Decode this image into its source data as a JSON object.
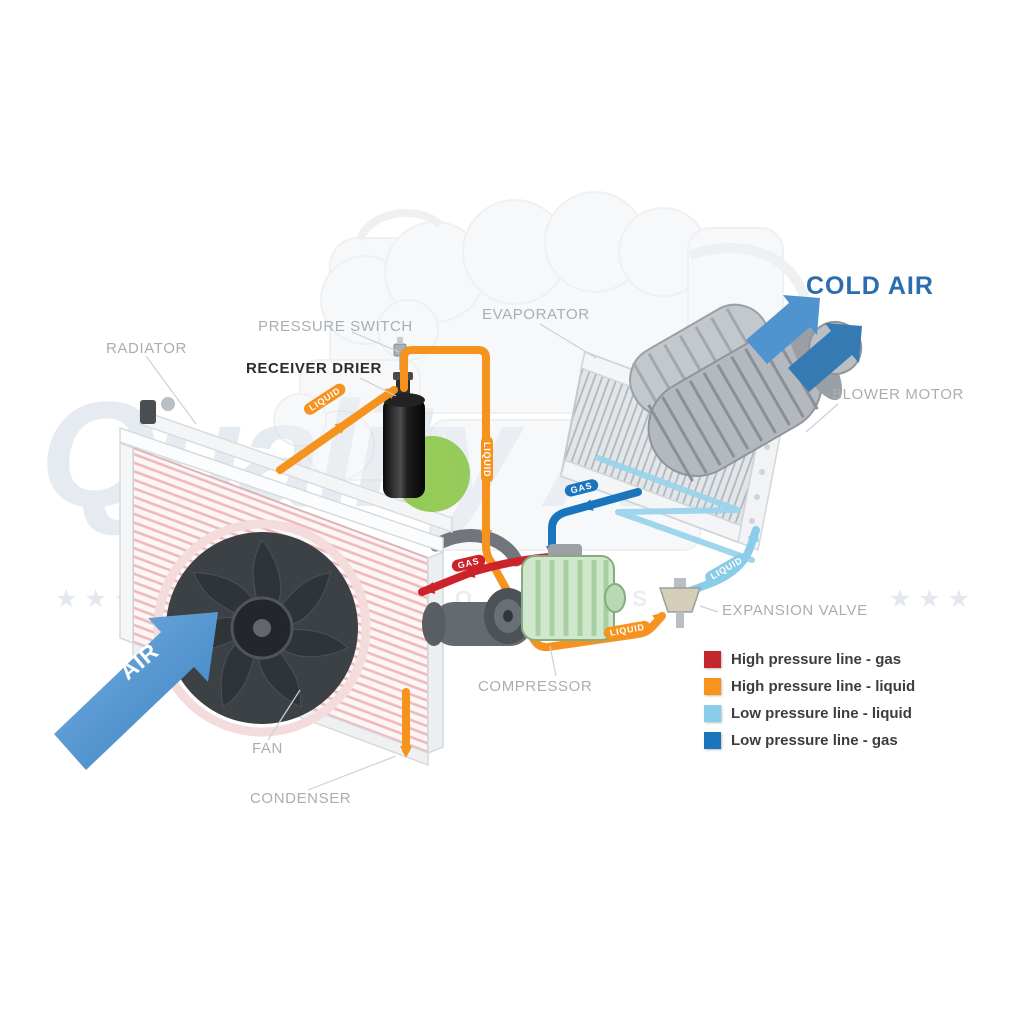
{
  "component_labels": {
    "radiator": "RADIATOR",
    "pressure_switch": "PRESSURE SWITCH",
    "receiver_drier": "RECEIVER DRIER",
    "evaporator": "EVAPORATOR",
    "blower_motor": "BLOWER MOTOR",
    "expansion_valve": "EXPANSION VALVE",
    "compressor": "COMPRESSOR",
    "fan": "FAN",
    "condenser": "CONDENSER"
  },
  "airflow": {
    "cold_air": "COLD AIR",
    "air": "AIR"
  },
  "pipe_labels": {
    "liquid_condenser_to_drier": "LIQUID",
    "liquid_drier_down": "LIQUID",
    "liquid_to_expansion_valve": "LIQUID",
    "liquid_expansion_to_evaporator": "LIQUID",
    "gas_high": "GAS",
    "gas_low": "GAS"
  },
  "pipe_colors": {
    "high_gas": "#cc2229",
    "high_liquid": "#f6921e",
    "low_liquid": "#8bcde8",
    "low_gas": "#1b75bc"
  },
  "legend": {
    "items": [
      {
        "label": "High pressure line - gas",
        "color": "#c1272d"
      },
      {
        "label": "High pressure line - liquid",
        "color": "#f7941d"
      },
      {
        "label": "Low pressure line - liquid",
        "color": "#8bcde8"
      },
      {
        "label": "Low pressure line -  gas",
        "color": "#1b75bc"
      }
    ]
  },
  "watermark": {
    "text": "Quality Air",
    "subtext": "AUTO PARTS",
    "stars": "★ ★ ★"
  }
}
